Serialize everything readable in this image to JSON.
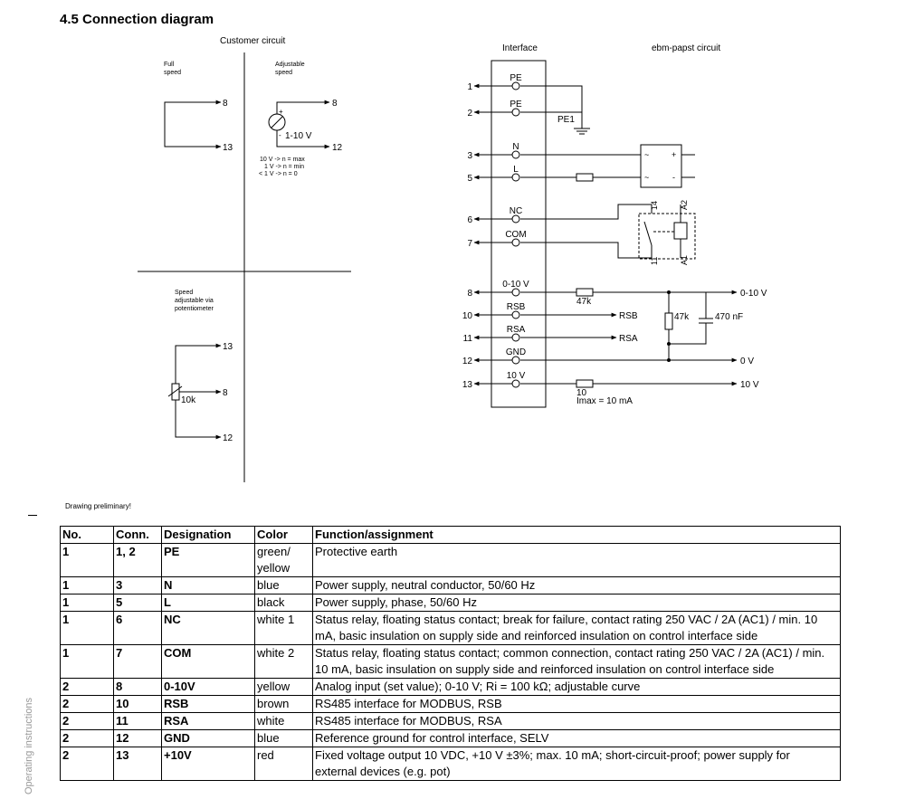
{
  "section": {
    "title": "4.5 Connection diagram"
  },
  "diagram": {
    "customer_circuit_title": "Customer circuit",
    "full_speed_label": [
      "Full",
      "speed"
    ],
    "adjustable_speed_label": [
      "Adjustable",
      "speed"
    ],
    "pot_label": [
      "Speed",
      "adjustable via",
      "potentiometer"
    ],
    "terminal_8": "8",
    "terminal_12": "12",
    "terminal_13": "13",
    "source_label": "1-10 V",
    "source_plus": "+",
    "source_minus": "-",
    "speed_notes": [
      "10 V -> n = max",
      "1 V -> n = min",
      "< 1 V -> n = 0"
    ],
    "pot_value": "10k",
    "interface_title": "Interface",
    "ebm_title": "ebm-papst circuit",
    "pins": [
      {
        "num": "1",
        "label": "PE"
      },
      {
        "num": "2",
        "label": "PE"
      },
      {
        "num": "3",
        "label": "N"
      },
      {
        "num": "5",
        "label": "L"
      },
      {
        "num": "6",
        "label": "NC"
      },
      {
        "num": "7",
        "label": "COM"
      },
      {
        "num": "8",
        "label": "0-10 V"
      },
      {
        "num": "10",
        "label": "RSB"
      },
      {
        "num": "11",
        "label": "RSA"
      },
      {
        "num": "12",
        "label": "GND"
      },
      {
        "num": "13",
        "label": "10 V"
      }
    ],
    "pe1_label": "PE1",
    "rectifier_symbols": [
      "~",
      "+",
      "~",
      "-"
    ],
    "relay_labels": {
      "top_left": "14",
      "top_right": "A2",
      "bottom_left": "11",
      "bottom_right": "A1"
    },
    "r_47k_series": "47k",
    "r_47k_shunt": "47k",
    "c_470nf": "470 nF",
    "out_0_10v": "0-10 V",
    "out_rsb": "RSB",
    "out_rsa": "RSA",
    "out_0v": "0 V",
    "out_10v": "10 V",
    "r_10": "10",
    "imax": "Imax = 10 mA"
  },
  "note": "Drawing preliminary!",
  "side_text": "Operating instructions",
  "table": {
    "headers": [
      "No.",
      "Conn.",
      "Designation",
      "Color",
      "Function/assignment"
    ],
    "rows": [
      [
        "1",
        "1, 2",
        "PE",
        "green/\nyellow",
        "Protective earth"
      ],
      [
        "1",
        "3",
        "N",
        "blue",
        "Power supply, neutral conductor, 50/60 Hz"
      ],
      [
        "1",
        "5",
        "L",
        "black",
        "Power supply, phase, 50/60 Hz"
      ],
      [
        "1",
        "6",
        "NC",
        "white 1",
        "Status relay, floating status contact; break for failure, contact rating 250 VAC / 2A (AC1) / min. 10\nmA, basic insulation on supply side and reinforced insulation on control interface side"
      ],
      [
        "1",
        "7",
        "COM",
        "white 2",
        "Status relay, floating status contact; common connection, contact rating 250 VAC / 2A (AC1) / min.\n10 mA, basic insulation on supply side and reinforced insulation on control interface side"
      ],
      [
        "2",
        "8",
        "0-10V",
        "yellow",
        "Analog input (set value); 0-10 V; Ri = 100 kΩ; adjustable curve"
      ],
      [
        "2",
        "10",
        "RSB",
        "brown",
        "RS485 interface for MODBUS, RSB"
      ],
      [
        "2",
        "11",
        "RSA",
        "white",
        "RS485 interface for MODBUS, RSA"
      ],
      [
        "2",
        "12",
        "GND",
        "blue",
        "Reference ground for control interface, SELV"
      ],
      [
        "2",
        "13",
        "+10V",
        "red",
        "Fixed voltage output 10 VDC, +10 V ±3%; max. 10 mA; short-circuit-proof; power supply for\nexternal devices (e.g. pot)"
      ]
    ]
  }
}
